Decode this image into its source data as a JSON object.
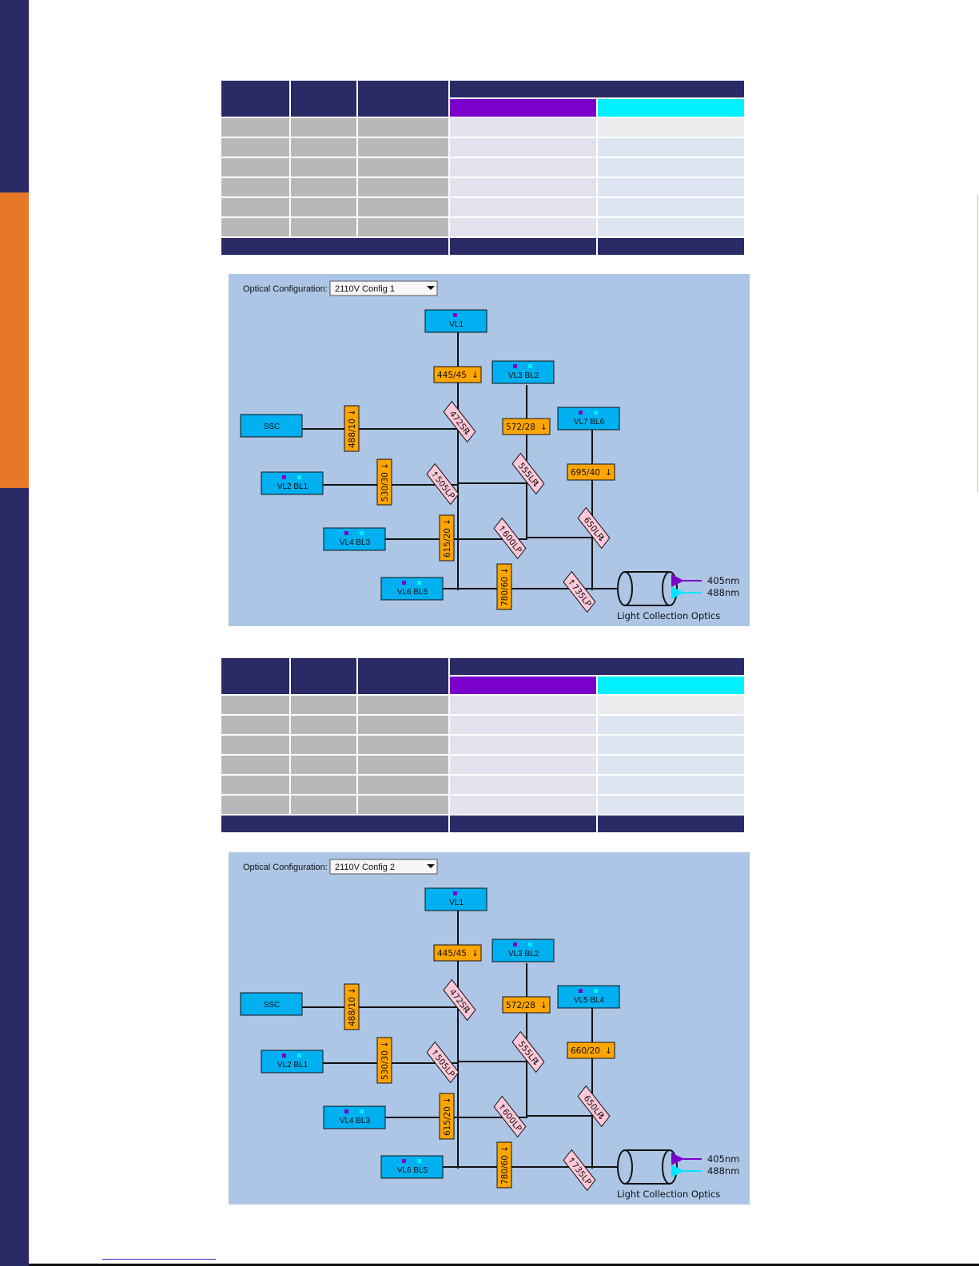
{
  "colors": {
    "navy": "#2a2a66",
    "orange": "#e67828",
    "laser_405": "#7b00cc",
    "laser_488": "#00f0ff",
    "panel_bg": "#adc6e6",
    "detector_fill": "#00b0f0",
    "filter_fill": "#ffa500",
    "mirror_fill": "#ffc8d8"
  },
  "icons": {
    "dropdown": "chevron-down-icon",
    "arrow": "arrow-icon",
    "laser_405_marker": "violet-square-icon",
    "laser_488_marker": "cyan-square-icon"
  },
  "diagrams": [
    {
      "label": "Optical Configuration:",
      "selected": "2110V Config 1",
      "detectors": {
        "vl1": "VL1",
        "vl3bl2": "VL3 BL2",
        "ssc": "SSC",
        "top_right": "VL7 BL6",
        "vl2bl1": "VL2 BL1",
        "vl4bl3": "VL4 BL3",
        "vl6bl5": "VL6 BL5"
      },
      "filters": {
        "f445": "445/45",
        "f572": "572/28",
        "f488": "488/10",
        "f_right": "695/40",
        "f530": "530/30",
        "f615": "615/20",
        "f780": "780/60"
      },
      "mirrors": {
        "m472": "472SP",
        "m505": "505LP",
        "m555": "555LP",
        "m600": "600LP",
        "m650": "650LP",
        "m735": "735LP"
      },
      "lasers": {
        "l405": "405nm",
        "l488": "488nm"
      },
      "optics_label": "Light Collection Optics"
    },
    {
      "label": "Optical Configuration:",
      "selected": "2110V Config 2",
      "detectors": {
        "vl1": "VL1",
        "vl3bl2": "VL3 BL2",
        "ssc": "SSC",
        "top_right": "VL5 BL4",
        "vl2bl1": "VL2 BL1",
        "vl4bl3": "VL4 BL3",
        "vl6bl5": "VL6 BL5"
      },
      "filters": {
        "f445": "445/45",
        "f572": "572/28",
        "f488": "488/10",
        "f_right": "660/20",
        "f530": "530/30",
        "f615": "615/20",
        "f780": "780/60"
      },
      "mirrors": {
        "m472": "472SP",
        "m505": "505LP",
        "m555": "555LP",
        "m600": "600LP",
        "m650": "650LP",
        "m735": "735LP"
      },
      "lasers": {
        "l405": "405nm",
        "l488": "488nm"
      },
      "optics_label": "Light Collection Optics"
    }
  ]
}
